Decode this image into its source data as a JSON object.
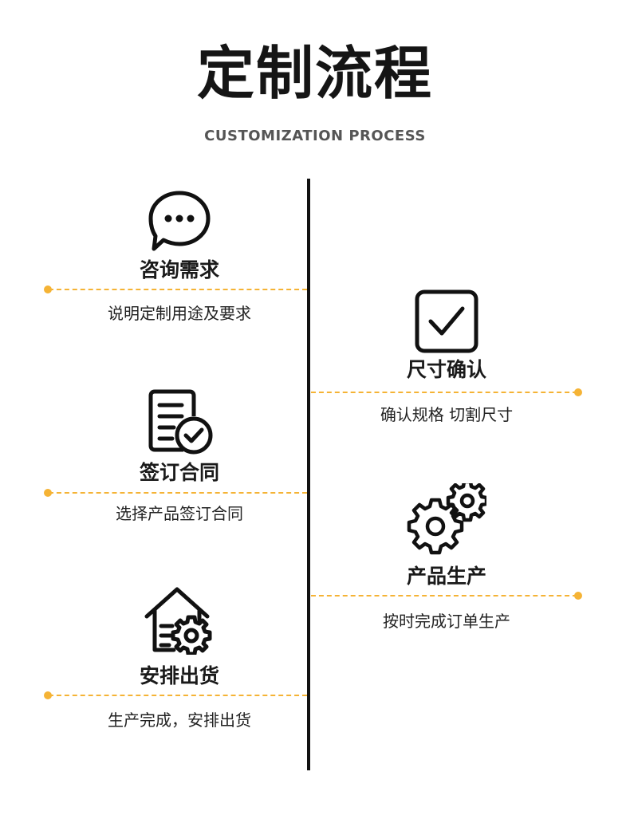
{
  "header": {
    "title": "定制流程",
    "subtitle": "CUSTOMIZATION PROCESS"
  },
  "colors": {
    "accent": "#f5b335",
    "text": "#1a1a1a",
    "line": "#111111",
    "subtitle": "#555555"
  },
  "steps": [
    {
      "title": "咨询需求",
      "desc": "说明定制用途及要求",
      "icon": "chat-bubble-icon",
      "side": "left"
    },
    {
      "title": "尺寸确认",
      "desc": "确认规格 切割尺寸",
      "icon": "checkbox-icon",
      "side": "right"
    },
    {
      "title": "签订合同",
      "desc": "选择产品签订合同",
      "icon": "contract-document-icon",
      "side": "left"
    },
    {
      "title": "产品生产",
      "desc": "按时完成订单生产",
      "icon": "gears-icon",
      "side": "right"
    },
    {
      "title": "安排出货",
      "desc": "生产完成，安排出货",
      "icon": "warehouse-gear-icon",
      "side": "left"
    }
  ]
}
